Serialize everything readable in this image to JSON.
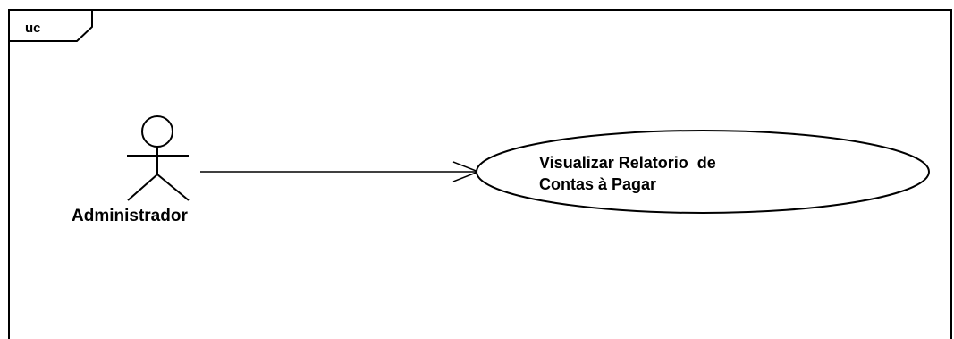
{
  "frame": {
    "tag": "uc"
  },
  "actor": {
    "name": "Administrador"
  },
  "use_case": {
    "line1": "Visualizar Relatorio  de",
    "line2": "Contas à Pagar"
  },
  "colors": {
    "stroke": "#000000",
    "background": "#ffffff"
  }
}
